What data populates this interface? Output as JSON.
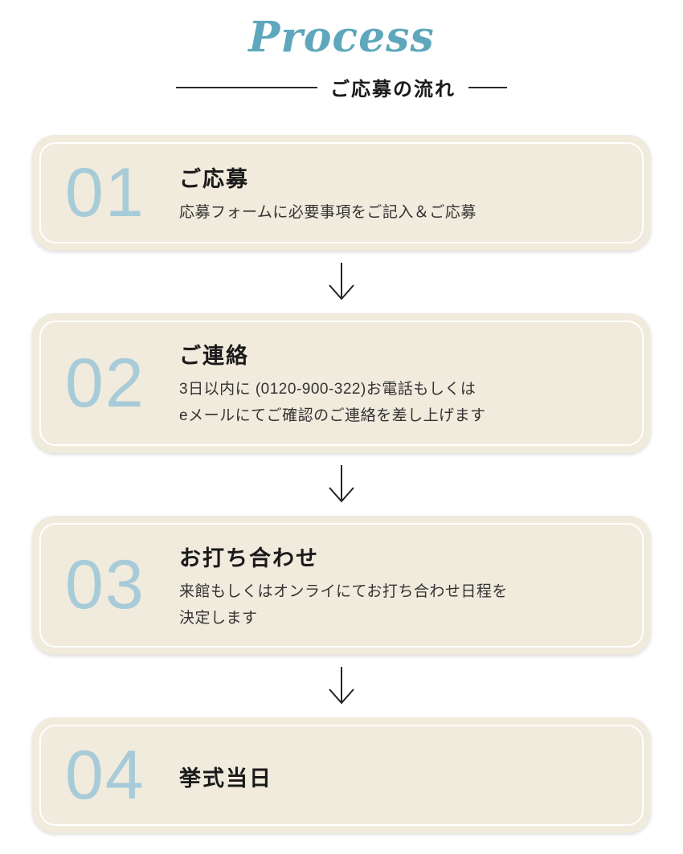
{
  "colors": {
    "accent": "#5ea7bc",
    "number": "#a7cbd8",
    "card-bg": "#f0ebdd"
  },
  "header": {
    "title": "Process",
    "subtitle": "ご応募の流れ"
  },
  "steps": [
    {
      "number": "01",
      "title": "ご応募",
      "description": "応募フォームに必要事項をご記入＆ご応募"
    },
    {
      "number": "02",
      "title": "ご連絡",
      "description": "3日以内に (0120-900-322)お電話もしくは\neメールにてご確認のご連絡を差し上げます"
    },
    {
      "number": "03",
      "title": "お打ち合わせ",
      "description": "来館もしくはオンライにてお打ち合わせ日程を\n決定します"
    },
    {
      "number": "04",
      "title": "挙式当日",
      "description": ""
    }
  ]
}
